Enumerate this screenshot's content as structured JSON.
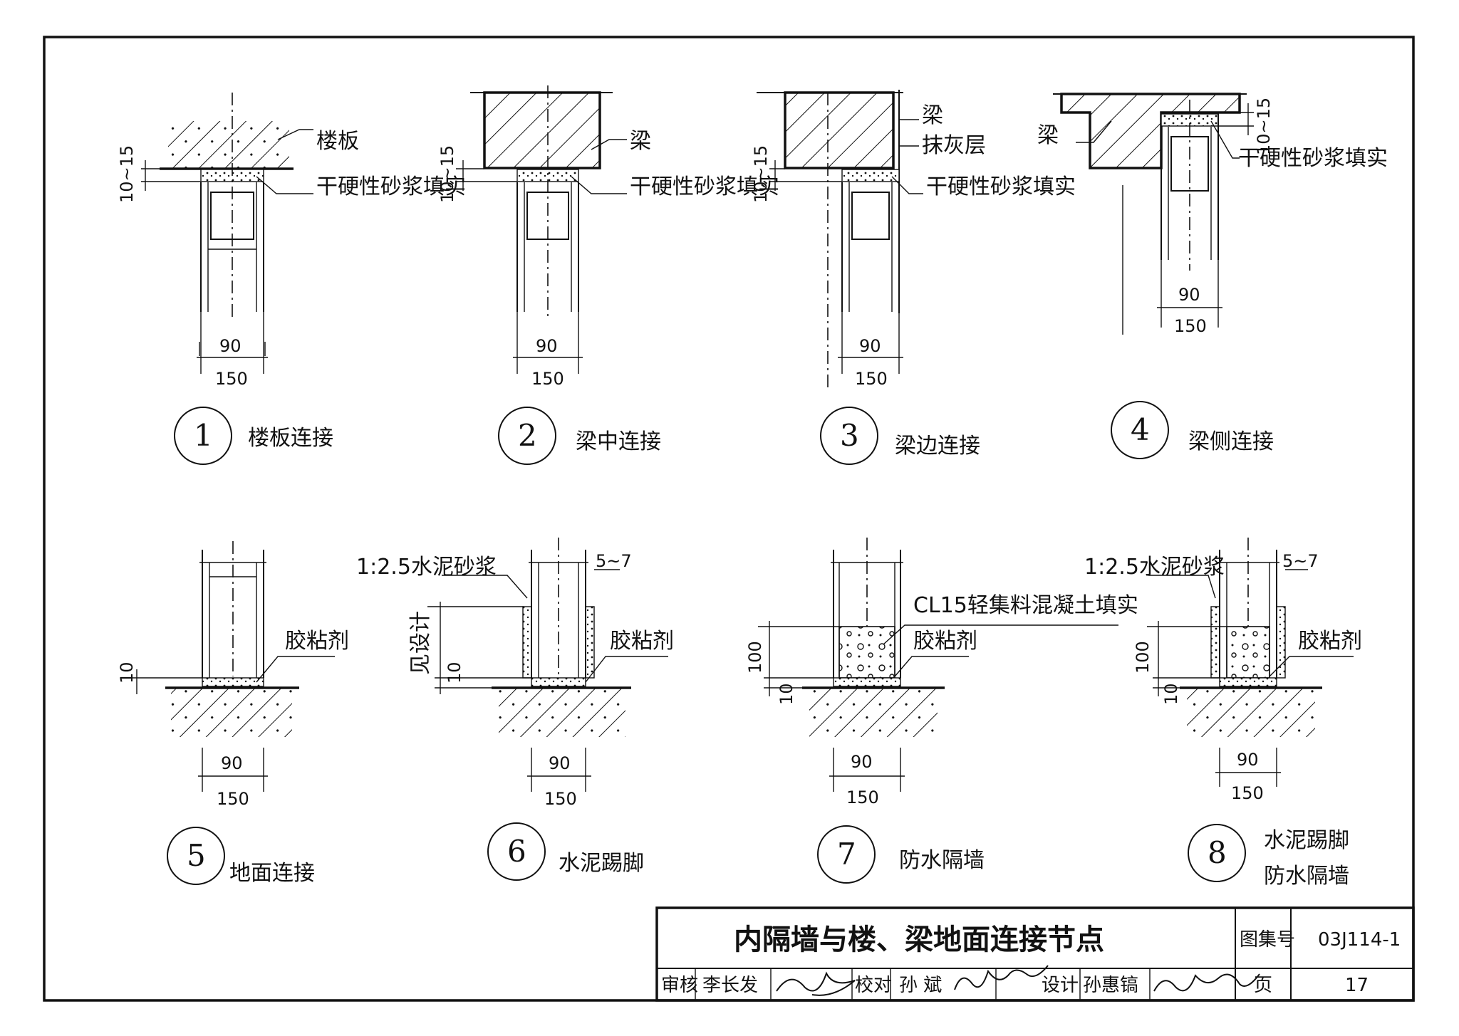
{
  "details": [
    {
      "num": "1",
      "caption": "楼板连接",
      "labels": [
        "楼板",
        "干硬性砂浆填实"
      ]
    },
    {
      "num": "2",
      "caption": "梁中连接",
      "labels": [
        "梁",
        "干硬性砂浆填实"
      ]
    },
    {
      "num": "3",
      "caption": "梁边连接",
      "labels": [
        "梁",
        "抹灰层",
        "干硬性砂浆填实"
      ]
    },
    {
      "num": "4",
      "caption": "梁侧连接",
      "labels": [
        "梁",
        "干硬性砂浆填实"
      ]
    },
    {
      "num": "5",
      "caption": "地面连接",
      "labels": [
        "胶粘剂"
      ]
    },
    {
      "num": "6",
      "caption": "水泥踢脚",
      "labels": [
        "1:2.5水泥砂浆",
        "胶粘剂",
        "见设计"
      ]
    },
    {
      "num": "7",
      "caption": "防水隔墙",
      "labels": [
        "CL15轻集料混凝土填实",
        "胶粘剂"
      ]
    },
    {
      "num": "8",
      "caption": "水泥踢脚",
      "caption2": "防水隔墙",
      "labels": [
        "1:2.5水泥砂浆",
        "胶粘剂"
      ]
    }
  ],
  "dims": {
    "w90": "90",
    "w150": "150",
    "gap": "10~15",
    "base": "10",
    "h100": "100",
    "skirt": "5~7"
  },
  "title_block": {
    "title": "内隔墙与楼、梁地面连接节点",
    "atlas_label": "图集号",
    "atlas_no": "03J114-1",
    "review_label": "审核",
    "reviewer": "李长发",
    "check_label": "校对",
    "checker": "孙 斌",
    "design_label": "设计",
    "designer": "孙惠镐",
    "page_label": "页",
    "page_no": "17"
  }
}
